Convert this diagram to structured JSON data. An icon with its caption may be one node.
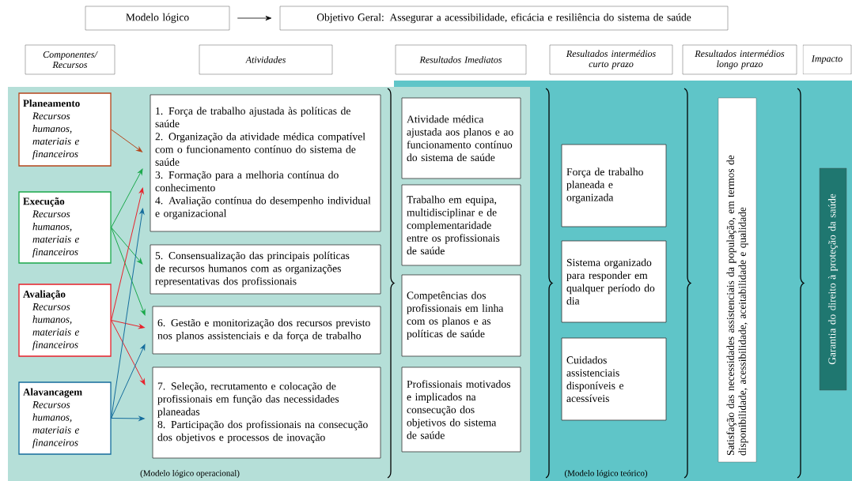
{
  "diagram": {
    "nodes": [
      {
        "text": [
          "Modelo lógico"
        ]
      },
      {
        "text": [
          "Objetivo Geral: Assegurar a acessibilidade, eficácia e resiliência do sistema de saúde"
        ]
      },
      {
        "text": [
          "Componentes/ Recursos"
        ]
      },
      {
        "text": [
          "Atividades"
        ]
      },
      {
        "text": [
          "Resultados Imediatos"
        ]
      },
      {
        "text": [
          "Resultados intermédios curto prazo"
        ]
      },
      {
        "text": [
          "Resultados intermédios longo prazo"
        ]
      },
      {
        "text": [
          "Impacto"
        ]
      },
      {
        "text": [
          "Planeamento",
          "Recursos humanos, materiais e financeiros"
        ]
      },
      {
        "text": [
          "Execução",
          "Recursos humanos, materiais e financeiros"
        ]
      },
      {
        "text": [
          "Avaliação",
          "Recursos humanos, materiais e financeiros"
        ]
      },
      {
        "text": [
          "Alavancagem",
          "Recursos humanos, materiais e financeiros"
        ]
      },
      {
        "text": [
          "1. Força de trabalho ajustada às políticas de saúde",
          "2. Organização da atividade médica compatível com o funcionamento contínuo do sistema de saúde",
          "3. Formação para a melhoria contínua do conhecimento",
          "4. Avaliação contínua do desempenho individual e organizacional"
        ]
      },
      {
        "text": [
          "5. Consensualização das principais políticas de recursos humanos com as organizações representativas dos profissionais"
        ]
      },
      {
        "text": [
          "6. Gestão e monitorização dos recursos previsto nos planos assistenciais e da força de trabalho"
        ]
      },
      {
        "text": [
          "7. Seleção, recrutamento e colocação de profissionais em função das necessidades planeadas",
          "8. Participação dos profissionais na consecução dos objetivos e processos de inovação"
        ]
      },
      {
        "text": [
          "Atividade médica ajustada aos planos e ao funcionamento contínuo do sistema de saúde"
        ]
      },
      {
        "text": [
          "Trabalho em equipa, multidisciplinar e de complementaridade entre os profissionais de saúde"
        ]
      },
      {
        "text": [
          "Competências dos profissionais em linha com os planos e as políticas de saúde"
        ]
      },
      {
        "text": [
          "Profissionais motivados e implicados na consecução dos objetivos do sistema de saúde"
        ]
      },
      {
        "text": [
          "Força de trabalho planeada e organizada"
        ]
      },
      {
        "text": [
          "Sistema organizado para responder em qualquer período do dia"
        ]
      },
      {
        "text": [
          "Cuidados assistenciais disponíveis e acessíveis"
        ]
      },
      {
        "text": [
          "Satisfação das necessidades assistenciais da população, em termos de disponibilidade, acessibilidade, aceitabilidade e qualidade"
        ]
      },
      {
        "text": [
          "Garantia do direito à proteção da saúde"
        ]
      }
    ],
    "edges": [
      {
        "from": 0,
        "to": 1,
        "arrow": "to",
        "color": "#000000"
      },
      {
        "from": 8,
        "to": 12,
        "arrow": "to",
        "color": "#b5451b"
      },
      {
        "from": 9,
        "to": 12,
        "arrow": "to",
        "color": "#1aa84a"
      },
      {
        "from": 9,
        "to": 13,
        "arrow": "to",
        "color": "#1aa84a"
      },
      {
        "from": 9,
        "to": 14,
        "arrow": "to",
        "color": "#1aa84a"
      },
      {
        "from": 10,
        "to": 12,
        "arrow": "to",
        "color": "#e8202a"
      },
      {
        "from": 10,
        "to": 14,
        "arrow": "to",
        "color": "#e8202a"
      },
      {
        "from": 10,
        "to": 15,
        "arrow": "to",
        "color": "#e8202a"
      },
      {
        "from": 11,
        "to": 12,
        "arrow": "to",
        "color": "#146c9c"
      },
      {
        "from": 11,
        "to": 14,
        "arrow": "to",
        "color": "#146c9c"
      },
      {
        "from": 11,
        "to": 15,
        "arrow": "to",
        "color": "#146c9c"
      }
    ],
    "labels": [
      "(Modelo lógico operacional)",
      "(Modelo lógico teórico)"
    ]
  }
}
